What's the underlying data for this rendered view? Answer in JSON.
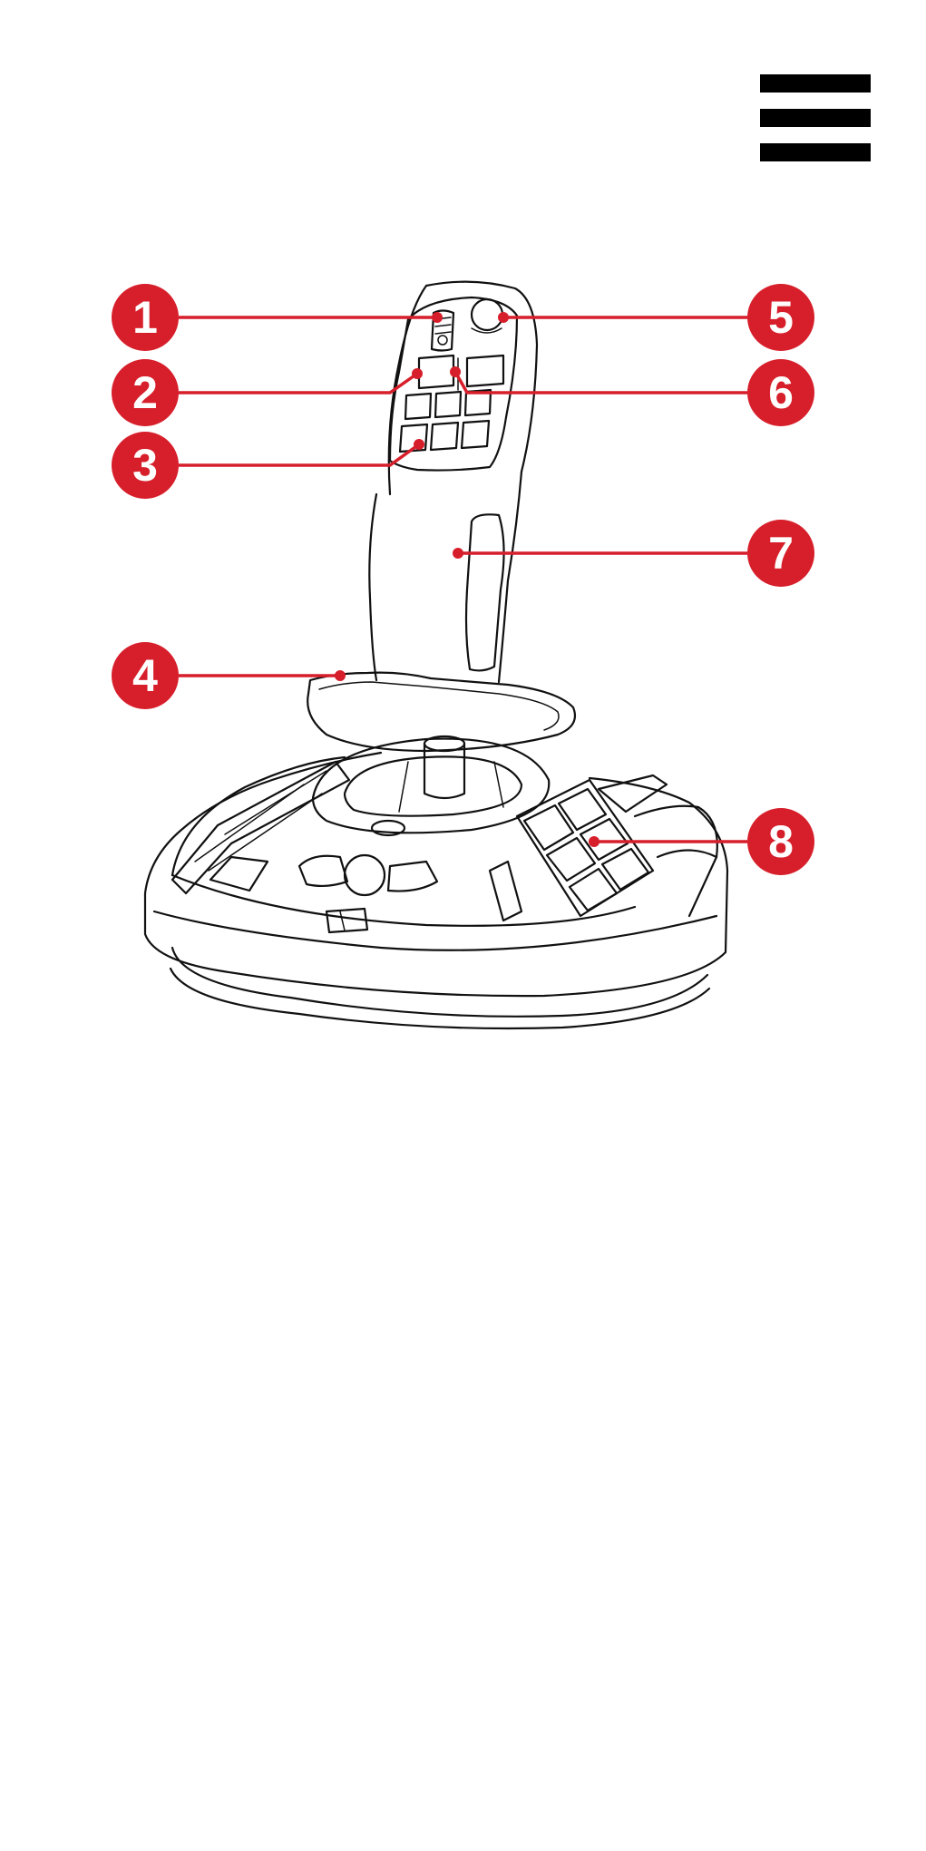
{
  "menu": {
    "icon": "hamburger-menu-icon"
  },
  "diagram": {
    "subject": "joystick",
    "accent_color": "#d71f2b",
    "callouts": [
      {
        "id": 1,
        "label": "1"
      },
      {
        "id": 2,
        "label": "2"
      },
      {
        "id": 3,
        "label": "3"
      },
      {
        "id": 4,
        "label": "4"
      },
      {
        "id": 5,
        "label": "5"
      },
      {
        "id": 6,
        "label": "6"
      },
      {
        "id": 7,
        "label": "7"
      },
      {
        "id": 8,
        "label": "8"
      }
    ]
  }
}
